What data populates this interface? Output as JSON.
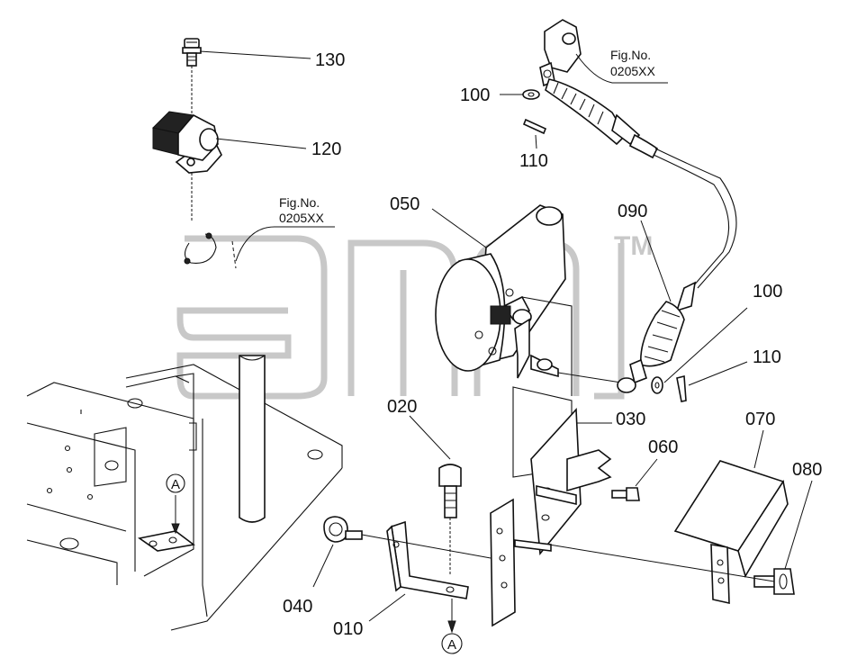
{
  "watermark": {
    "tm": "TM"
  },
  "part_labels": {
    "p130": "130",
    "p120": "120",
    "p100a": "100",
    "p110a": "110",
    "p050": "050",
    "p090": "090",
    "p100b": "100",
    "p110b": "110",
    "p020": "020",
    "p030": "030",
    "p060": "060",
    "p070": "070",
    "p080": "080",
    "p040": "040",
    "p010": "010"
  },
  "figure_refs": {
    "ref1_line1": "Fig.No.",
    "ref1_line2": "0205XX",
    "ref2_line1": "Fig.No.",
    "ref2_line2": "0205XX"
  },
  "callouts": {
    "a_top": "A",
    "a_bottom": "A"
  }
}
